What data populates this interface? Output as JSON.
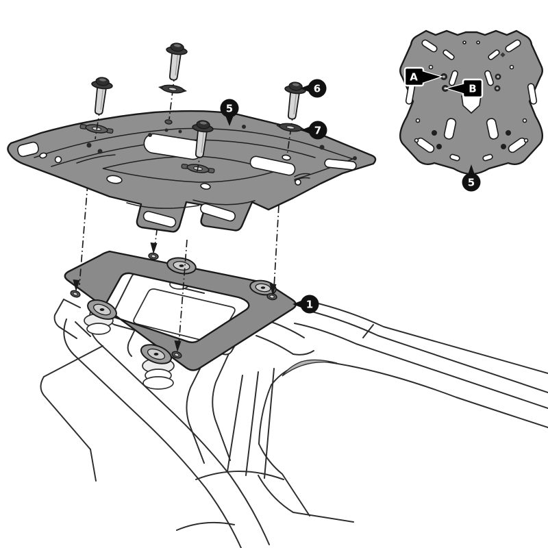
{
  "figure": {
    "kind": "exploded-assembly-diagram",
    "background": "#ffffff",
    "outline_color": "#1a1a1a",
    "part_fill_color": "#8f8f8f"
  },
  "callouts": {
    "adapter_plate": "1",
    "luggage_rack": "5",
    "screw": "6",
    "washer": "7",
    "luggage_rack_detail": "5"
  },
  "detail_markers": {
    "hole_a": "A",
    "hole_b": "B"
  }
}
